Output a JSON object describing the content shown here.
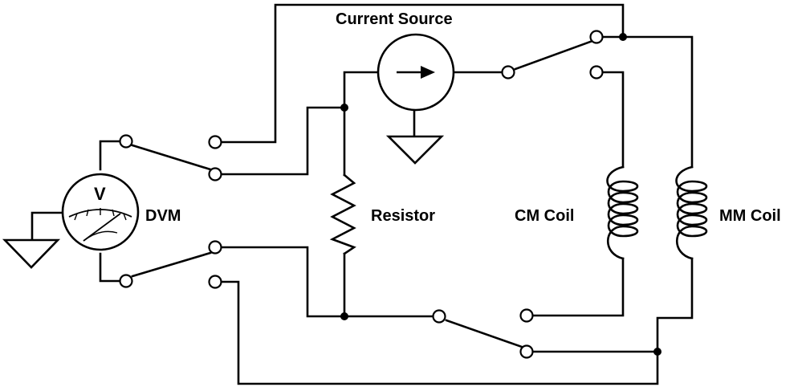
{
  "labels": {
    "current_source": "Current Source",
    "dvm": "DVM",
    "resistor": "Resistor",
    "cm_coil": "CM Coil",
    "mm_coil": "MM Coil",
    "meter_symbol": "V"
  }
}
